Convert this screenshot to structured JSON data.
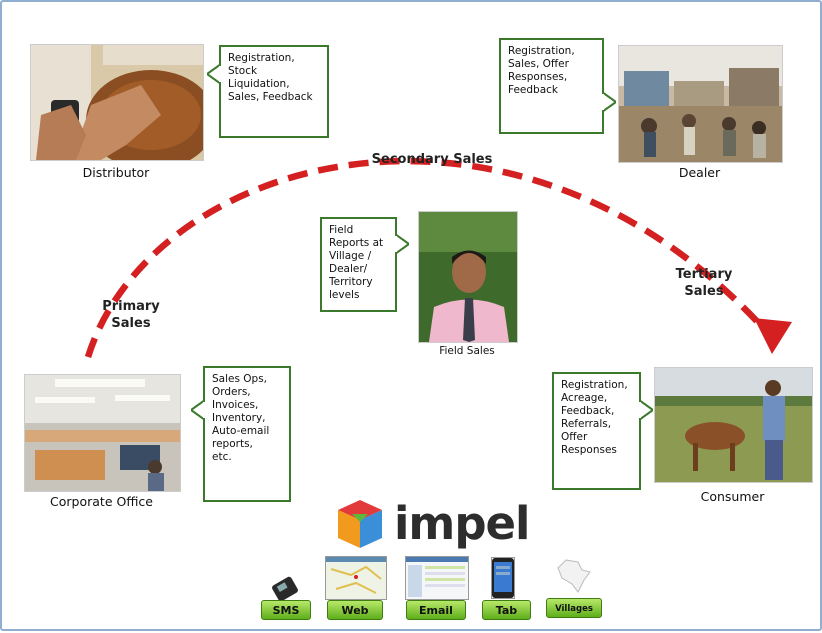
{
  "flow": {
    "primary": "Primary\nSales",
    "secondary": "Secondary Sales",
    "tertiary": "Tertiary\nSales"
  },
  "nodes": {
    "distributor": {
      "caption": "Distributor",
      "callout": "Registration,\nStock\nLiquidation,\nSales, Feedback"
    },
    "dealer": {
      "caption": "Dealer",
      "callout": "Registration,\nSales, Offer\nResponses,\nFeedback"
    },
    "field_sales": {
      "caption": "Field Sales",
      "callout": "Field\nReports at\nVillage /\nDealer/\nTerritory\nlevels"
    },
    "corporate": {
      "caption": "Corporate Office",
      "callout": "Sales Ops,\nOrders,\nInvoices,\nInventory,\nAuto-email\nreports,\netc."
    },
    "consumer": {
      "caption": "Consumer",
      "callout": "Registration,\nAcreage,\nFeedback,\nReferrals,\nOffer\nResponses"
    }
  },
  "brand": {
    "name": "impel"
  },
  "channels": [
    "SMS",
    "Web",
    "Email",
    "Tab",
    "Villages"
  ],
  "colors": {
    "arrow": "#d42020",
    "callout_border": "#3a7a2a",
    "tag_green": "#6cbf22"
  },
  "icons": [
    "phone-icon",
    "web-map-icon",
    "email-screen-icon",
    "tablet-icon",
    "india-map-icon",
    "impel-cube-logo"
  ]
}
